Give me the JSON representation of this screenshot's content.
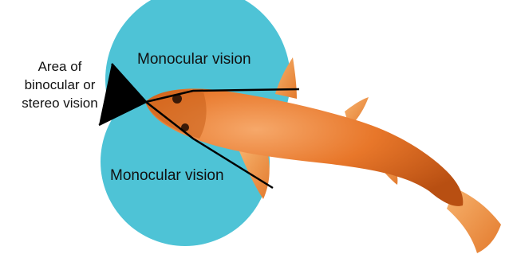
{
  "labels": {
    "binocular_area": [
      "Area of",
      "binocular or",
      "stereo vision"
    ],
    "monocular_top": "Monocular vision",
    "monocular_bottom": "Monocular vision"
  },
  "colors": {
    "monocular_field": "#4ec3d6",
    "binocular_field": "#000000",
    "fish_body": "#e8772a"
  }
}
